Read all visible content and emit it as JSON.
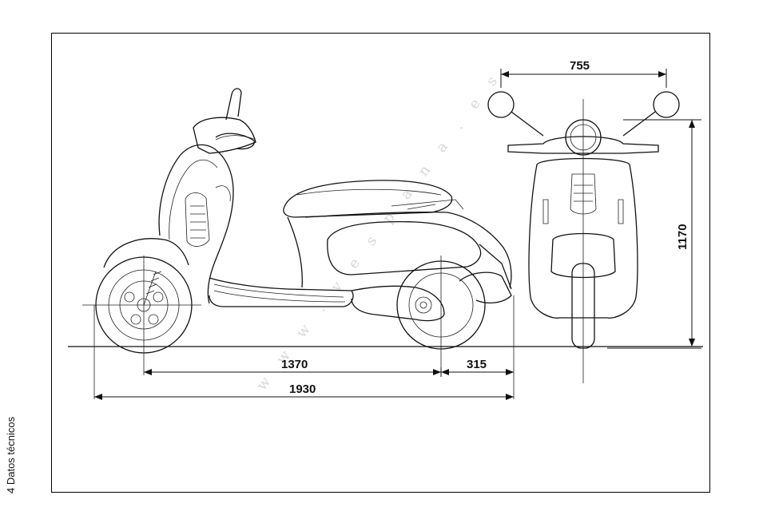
{
  "page": {
    "side_label": "4 Datos técnicos"
  },
  "dimensions": {
    "wheelbase": "1370",
    "rear_overhang": "315",
    "total_length": "1930",
    "handlebar_width": "755",
    "total_height": "1170"
  },
  "watermark": "w w w . v e s p a n a . e s",
  "colors": {
    "line": "#111111",
    "background": "#ffffff",
    "watermark": "#d8d8d8"
  }
}
